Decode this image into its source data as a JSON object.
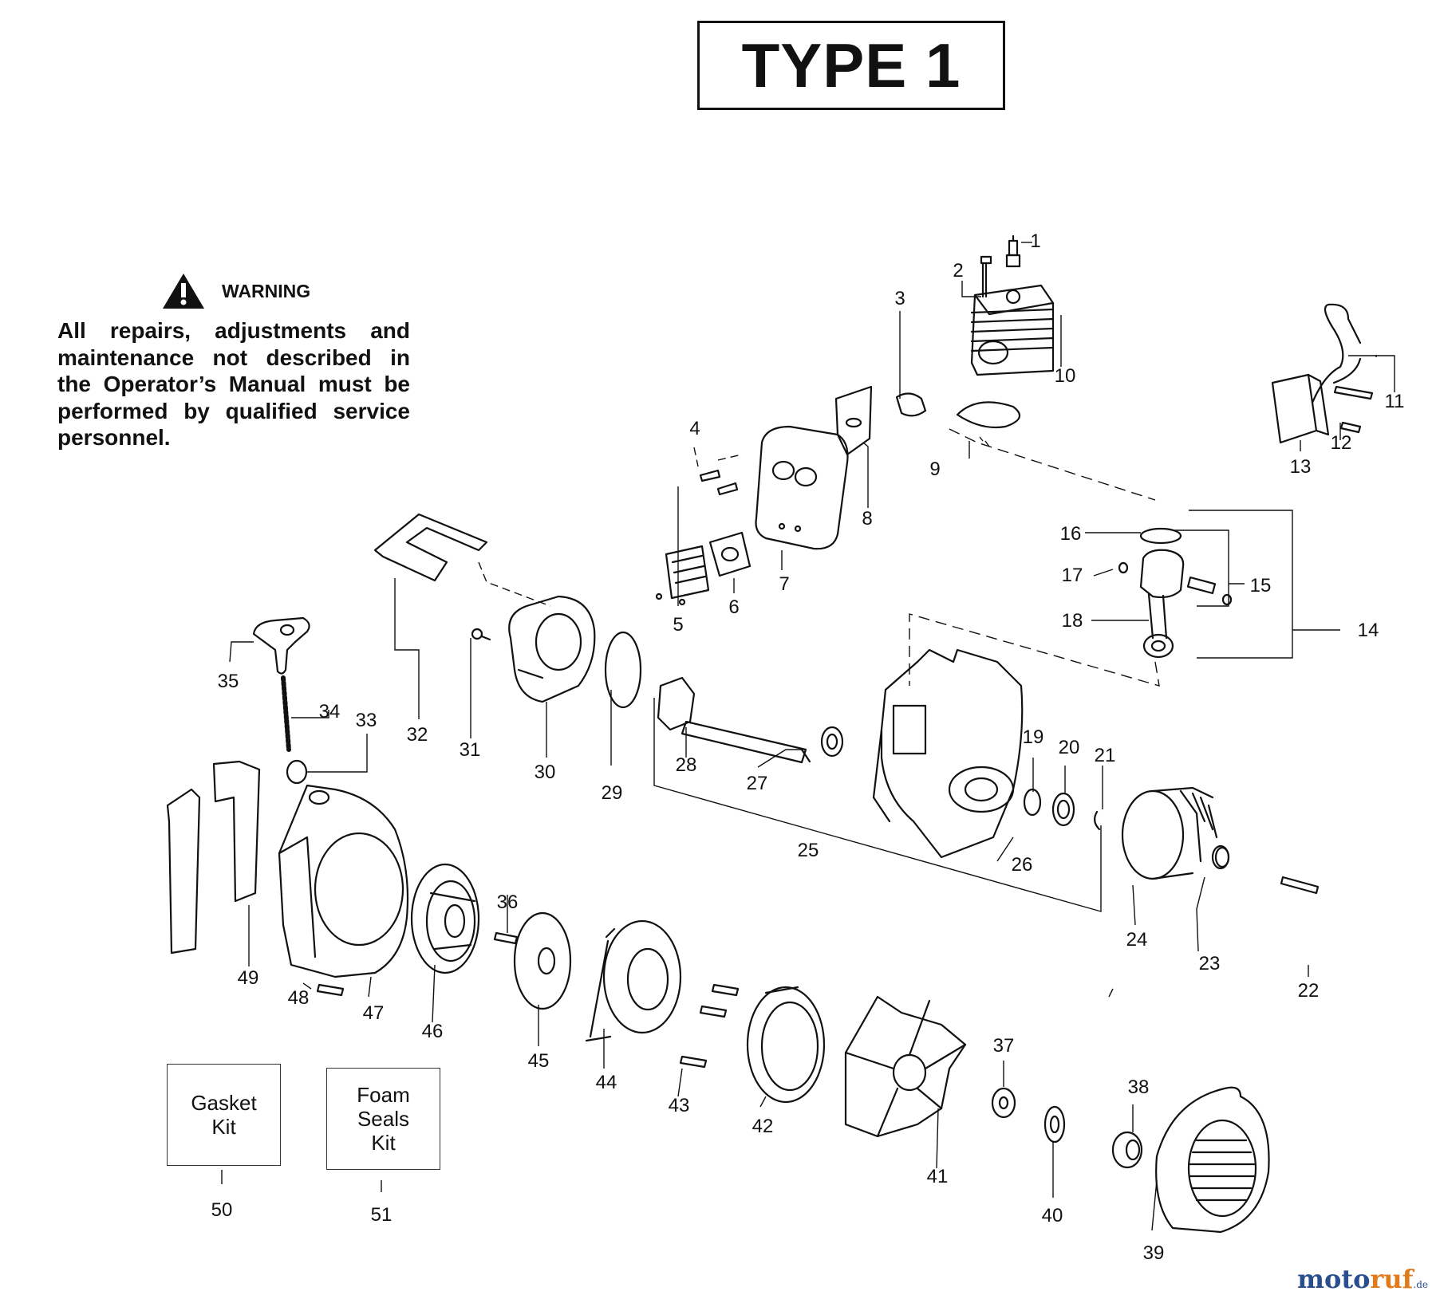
{
  "title": "TYPE 1",
  "warning": {
    "heading": "WARNING",
    "text": "All repairs, adjustments and maintenance not described in the Operator’s Manual must be performed by qualified service personnel."
  },
  "kits": {
    "gasket_kit": "Gasket\nKit",
    "foam_seals_kit": "Foam\nSeals\nKit"
  },
  "callouts": [
    "1",
    "2",
    "3",
    "4",
    "5",
    "6",
    "7",
    "8",
    "9",
    "10",
    "11",
    "12",
    "13",
    "14",
    "15",
    "16",
    "17",
    "18",
    "19",
    "20",
    "21",
    "22",
    "23",
    "24",
    "25",
    "26",
    "27",
    "28",
    "29",
    "30",
    "31",
    "32",
    "33",
    "34",
    "35",
    "36",
    "37",
    "38",
    "39",
    "40",
    "41",
    "42",
    "43",
    "44",
    "45",
    "46",
    "47",
    "48",
    "49",
    "50",
    "51"
  ],
  "watermark": {
    "part_a": "moto",
    "part_b": "ruf",
    "part_c": ".de"
  }
}
